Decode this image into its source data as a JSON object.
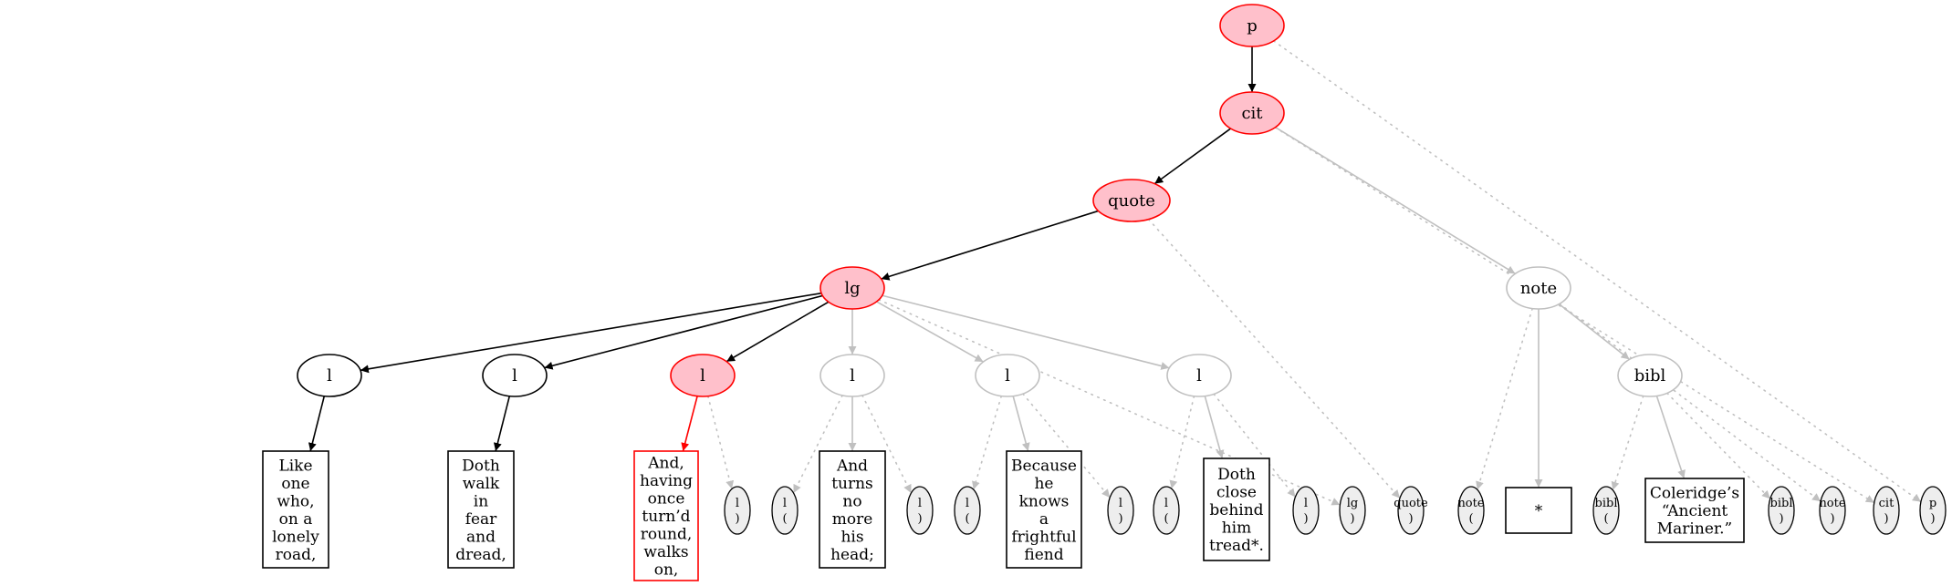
{
  "colors": {
    "active_fill": "#ffc0cb",
    "active_stroke": "#ff0000",
    "edge_black": "#000000",
    "edge_gray": "#c0c0c0",
    "small_fill": "#eeeeee",
    "box_stroke": "#000000"
  },
  "nodes": [
    {
      "id": "p",
      "label": "p",
      "kind": "active"
    },
    {
      "id": "cit",
      "label": "cit",
      "kind": "active"
    },
    {
      "id": "quote",
      "label": "quote",
      "kind": "active"
    },
    {
      "id": "lg",
      "label": "lg",
      "kind": "active"
    },
    {
      "id": "note",
      "label": "note",
      "kind": "gray"
    },
    {
      "id": "l1",
      "label": "l",
      "kind": "black"
    },
    {
      "id": "l2",
      "label": "l",
      "kind": "black"
    },
    {
      "id": "l3",
      "label": "l",
      "kind": "active"
    },
    {
      "id": "l4",
      "label": "l",
      "kind": "gray"
    },
    {
      "id": "l5",
      "label": "l",
      "kind": "gray"
    },
    {
      "id": "l6",
      "label": "l",
      "kind": "gray"
    },
    {
      "id": "bibl",
      "label": "bibl",
      "kind": "gray"
    }
  ],
  "boxes": [
    {
      "id": "b1",
      "lines": [
        "Like",
        "one",
        "who,",
        "on a",
        "lonely",
        "road,"
      ],
      "kind": "black"
    },
    {
      "id": "b2",
      "lines": [
        "Doth",
        "walk",
        "in",
        "fear",
        "and",
        "dread,"
      ],
      "kind": "black"
    },
    {
      "id": "b3",
      "lines": [
        "And,",
        "having",
        "once",
        "turn’d",
        "round,",
        "walks",
        "on,"
      ],
      "kind": "red"
    },
    {
      "id": "b4",
      "lines": [
        "And",
        "turns",
        "no",
        "more",
        "his",
        "head;"
      ],
      "kind": "black"
    },
    {
      "id": "b5",
      "lines": [
        "Because",
        "he",
        "knows",
        "a",
        "frightful",
        "fiend"
      ],
      "kind": "black"
    },
    {
      "id": "b6",
      "lines": [
        "Doth",
        "close",
        "behind",
        "him",
        "tread*."
      ],
      "kind": "black"
    },
    {
      "id": "b7",
      "lines": [
        "*"
      ],
      "kind": "black"
    },
    {
      "id": "b8",
      "lines": [
        "Coleridge’s",
        "“Ancient",
        "Mariner.”"
      ],
      "kind": "black"
    }
  ],
  "small_nodes": [
    {
      "id": "s1",
      "lines": [
        "l",
        ")"
      ]
    },
    {
      "id": "s2",
      "lines": [
        "l",
        "("
      ]
    },
    {
      "id": "s3",
      "lines": [
        "l",
        ")"
      ]
    },
    {
      "id": "s4",
      "lines": [
        "l",
        "("
      ]
    },
    {
      "id": "s5",
      "lines": [
        "l",
        ")"
      ]
    },
    {
      "id": "s6",
      "lines": [
        "l",
        "("
      ]
    },
    {
      "id": "s7",
      "lines": [
        "l",
        ")"
      ]
    },
    {
      "id": "s8",
      "lines": [
        "lg",
        ")"
      ]
    },
    {
      "id": "s9",
      "lines": [
        "quote",
        ")"
      ]
    },
    {
      "id": "s10",
      "lines": [
        "note",
        "("
      ]
    },
    {
      "id": "s11",
      "lines": [
        "bibl",
        "("
      ]
    },
    {
      "id": "s12",
      "lines": [
        "bibl",
        ")"
      ]
    },
    {
      "id": "s13",
      "lines": [
        "note",
        ")"
      ]
    },
    {
      "id": "s14",
      "lines": [
        "cit",
        ")"
      ]
    },
    {
      "id": "s15",
      "lines": [
        "p",
        ")"
      ]
    }
  ],
  "edges": [
    {
      "from": "p",
      "to": "cit",
      "style": "black"
    },
    {
      "from": "cit",
      "to": "quote",
      "style": "black"
    },
    {
      "from": "cit",
      "to": "note",
      "style": "gray"
    },
    {
      "from": "quote",
      "to": "lg",
      "style": "black"
    },
    {
      "from": "lg",
      "to": "l1",
      "style": "black"
    },
    {
      "from": "lg",
      "to": "l2",
      "style": "black"
    },
    {
      "from": "lg",
      "to": "l3",
      "style": "black"
    },
    {
      "from": "lg",
      "to": "l4",
      "style": "gray"
    },
    {
      "from": "lg",
      "to": "l5",
      "style": "gray"
    },
    {
      "from": "lg",
      "to": "l6",
      "style": "gray"
    },
    {
      "from": "l1",
      "to": "b1",
      "style": "black"
    },
    {
      "from": "l2",
      "to": "b2",
      "style": "black"
    },
    {
      "from": "l3",
      "to": "b3",
      "style": "red"
    },
    {
      "from": "l4",
      "to": "b4",
      "style": "gray"
    },
    {
      "from": "l5",
      "to": "b5",
      "style": "gray"
    },
    {
      "from": "l6",
      "to": "b6",
      "style": "gray"
    },
    {
      "from": "note",
      "to": "b7",
      "style": "gray"
    },
    {
      "from": "note",
      "to": "bibl",
      "style": "gray"
    },
    {
      "from": "bibl",
      "to": "b8",
      "style": "gray"
    },
    {
      "from": "l3",
      "to": "s1",
      "style": "dotted"
    },
    {
      "from": "l4",
      "to": "s2",
      "style": "dotted"
    },
    {
      "from": "l4",
      "to": "s3",
      "style": "dotted"
    },
    {
      "from": "l5",
      "to": "s4",
      "style": "dotted"
    },
    {
      "from": "l5",
      "to": "s5",
      "style": "dotted"
    },
    {
      "from": "l6",
      "to": "s6",
      "style": "dotted"
    },
    {
      "from": "l6",
      "to": "s7",
      "style": "dotted"
    },
    {
      "from": "lg",
      "to": "s8",
      "style": "dotted"
    },
    {
      "from": "quote",
      "to": "s9",
      "style": "dotted"
    },
    {
      "from": "note",
      "to": "s10",
      "style": "dotted"
    },
    {
      "from": "bibl",
      "to": "s11",
      "style": "dotted"
    },
    {
      "from": "bibl",
      "to": "s12",
      "style": "dotted"
    },
    {
      "from": "note",
      "to": "s13",
      "style": "dotted"
    },
    {
      "from": "cit",
      "to": "s14",
      "style": "dotted"
    },
    {
      "from": "p",
      "to": "s15",
      "style": "dotted"
    }
  ]
}
